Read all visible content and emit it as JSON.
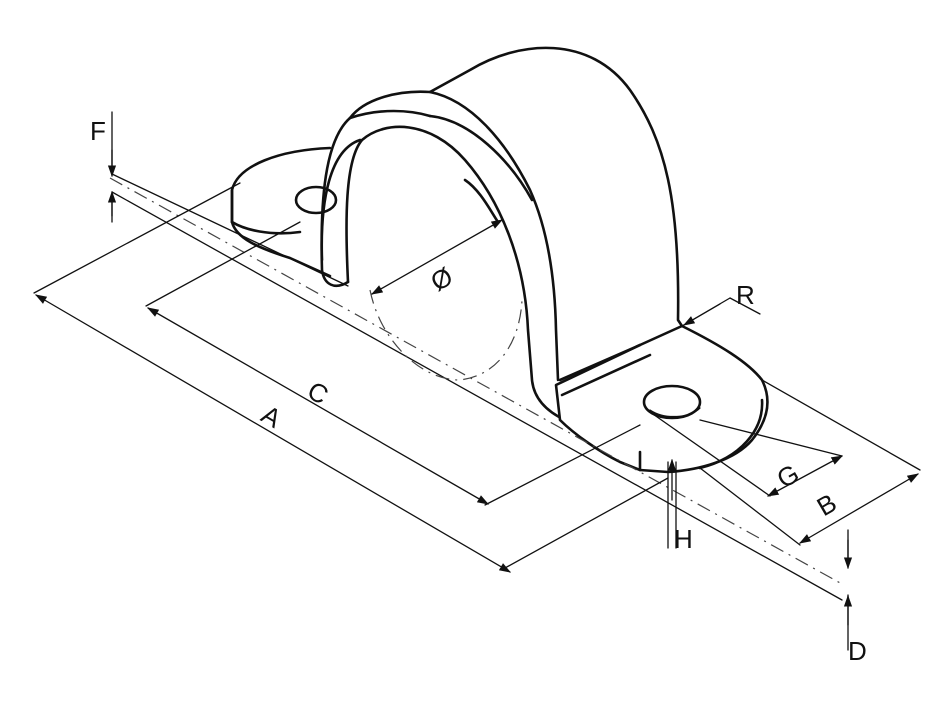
{
  "labels": {
    "a": "A",
    "b": "B",
    "c": "C",
    "d": "D",
    "f": "F",
    "g": "G",
    "h": "H",
    "r": "R",
    "diameter": "Ø"
  },
  "colors": {
    "line": "#111111",
    "background": "#ffffff"
  }
}
